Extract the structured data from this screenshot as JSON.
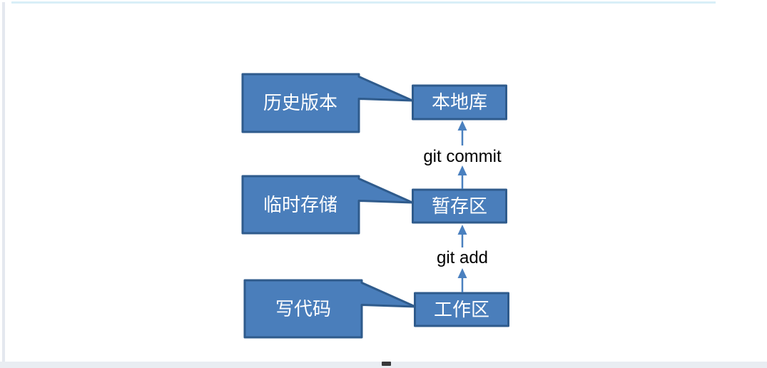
{
  "colors": {
    "page_bg": "#FFFFFF",
    "shape_fill": "#4A7EBB",
    "shape_border": "#2F5B8C",
    "shape_text": "#FFFFFF",
    "arrow": "#4A80BF",
    "label_text": "#000000",
    "top_line": "#D9EFF7",
    "left_strip": "#E4E8EF",
    "bottom_strip": "#E9EDF2",
    "fragment": "#38383A"
  },
  "diagram": {
    "callouts": [
      {
        "label": "历史版本"
      },
      {
        "label": "临时存储"
      },
      {
        "label": "写代码"
      }
    ],
    "nodes": [
      {
        "label": "本地库"
      },
      {
        "label": "暂存区"
      },
      {
        "label": "工作区"
      }
    ],
    "edges": [
      {
        "label": "git commit"
      },
      {
        "label": "git add"
      }
    ]
  }
}
